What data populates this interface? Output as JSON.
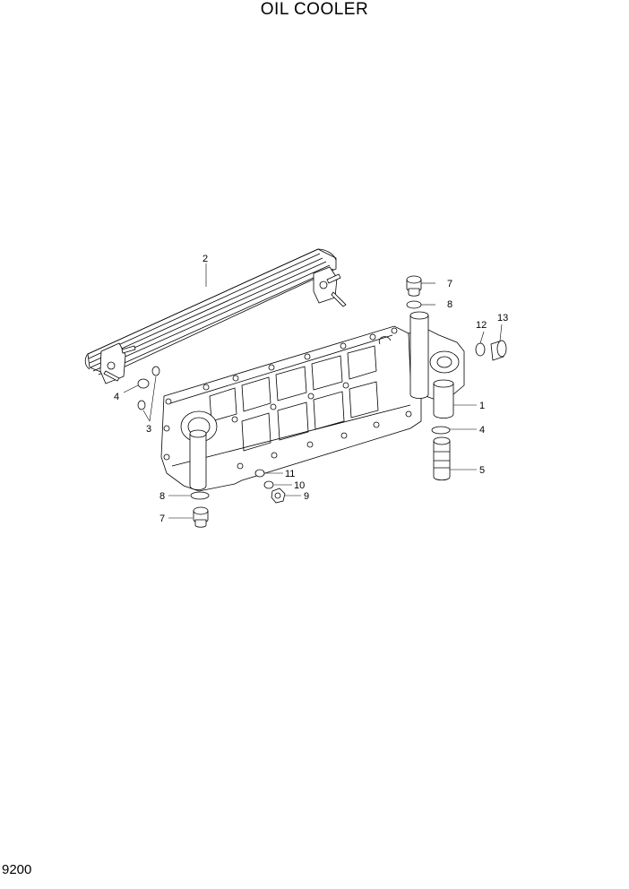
{
  "title": "OIL COOLER",
  "page_number": "9200",
  "callouts": {
    "c1": "1",
    "c2": "2",
    "c3": "3",
    "c4a": "4",
    "c4b": "4",
    "c5": "5",
    "c7a": "7",
    "c7b": "7",
    "c8a": "8",
    "c8b": "8",
    "c9": "9",
    "c10": "10",
    "c11": "11",
    "c12": "12",
    "c13": "13"
  }
}
